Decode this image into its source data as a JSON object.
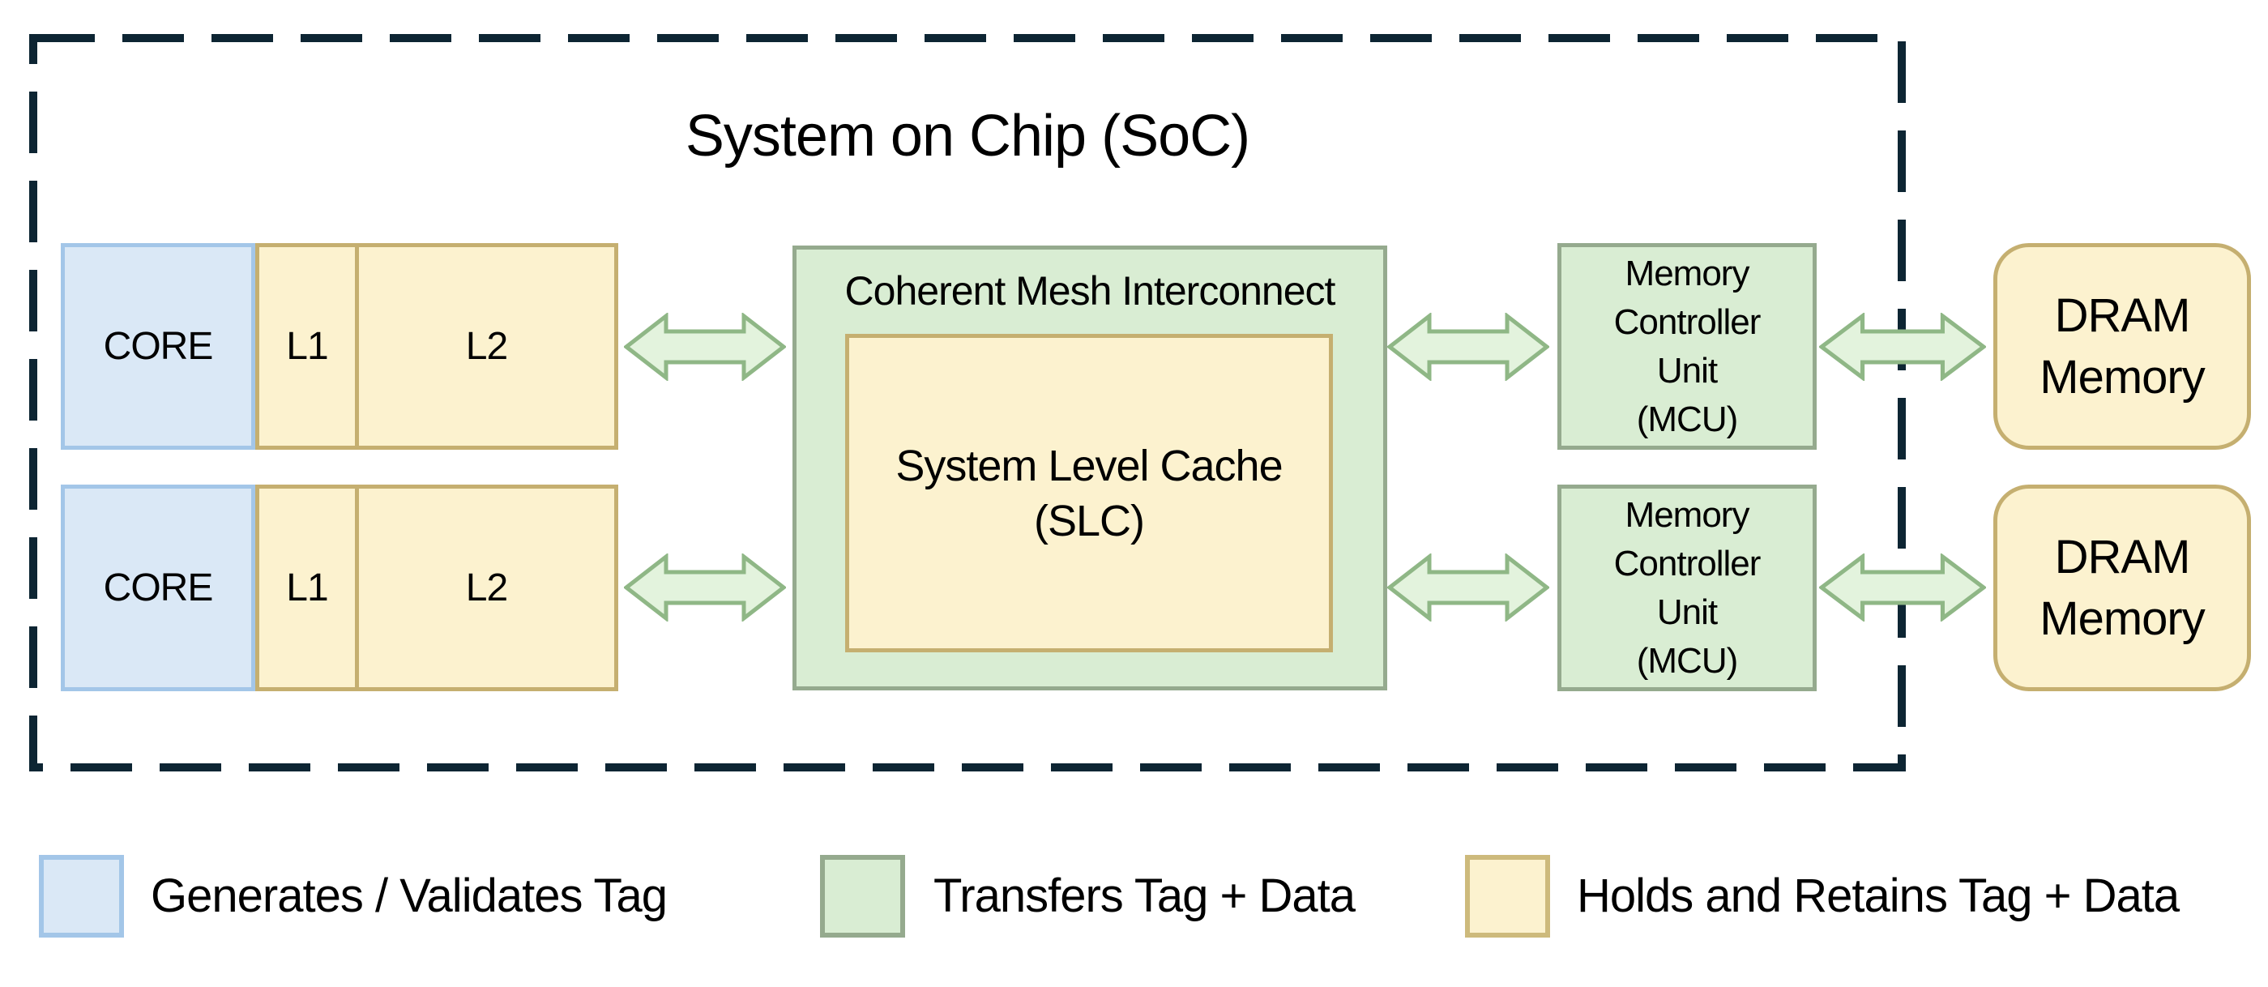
{
  "soc": {
    "title": "System on Chip (SoC)",
    "clusters": [
      {
        "core": "CORE",
        "l1": "L1",
        "l2": "L2"
      },
      {
        "core": "CORE",
        "l1": "L1",
        "l2": "L2"
      }
    ],
    "cmi": {
      "label": "Coherent Mesh Interconnect",
      "slc": {
        "line1": "System Level Cache",
        "line2": "(SLC)"
      }
    },
    "mcus": [
      {
        "line1": "Memory",
        "line2": "Controller",
        "line3": "Unit",
        "line4": "(MCU)"
      },
      {
        "line1": "Memory",
        "line2": "Controller",
        "line3": "Unit",
        "line4": "(MCU)"
      }
    ]
  },
  "dram": [
    {
      "line1": "DRAM",
      "line2": "Memory"
    },
    {
      "line1": "DRAM",
      "line2": "Memory"
    }
  ],
  "legend": {
    "items": [
      {
        "label": "Generates / Validates Tag",
        "color": "#dae8f6"
      },
      {
        "label": "Transfers Tag + Data",
        "color": "#d9edd3"
      },
      {
        "label": "Holds and Retains Tag + Data",
        "color": "#fcf2cf"
      }
    ]
  },
  "colors": {
    "core_fill": "#dae8f6",
    "core_stroke": "#a3c6e8",
    "cache_fill": "#fcf2cf",
    "cache_stroke": "#c5af70",
    "mesh_fill": "#d9edd3",
    "mesh_stroke": "#95aa8e",
    "arrow_fill": "#e3f3dd",
    "arrow_stroke": "#8fb786",
    "soc_border": "#0d2533"
  }
}
